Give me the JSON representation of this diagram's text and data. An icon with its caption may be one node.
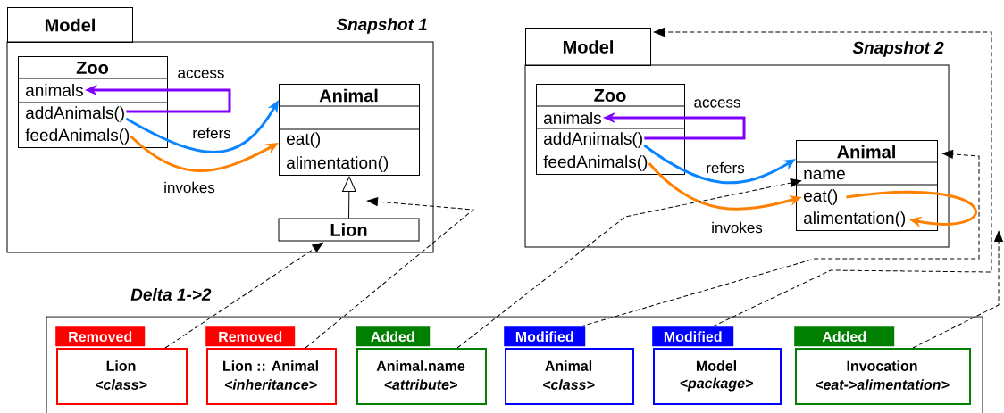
{
  "diagram": {
    "nodes": [
      {
        "text": [
          "Model",
          "Snapshot 1"
        ]
      },
      {
        "text": [
          "Zoo"
        ],
        "in": 0
      },
      {
        "text": [
          "animals"
        ],
        "in": 1
      },
      {
        "text": [
          "addAnimals()"
        ],
        "in": 1
      },
      {
        "text": [
          "feedAnimals()"
        ],
        "in": 1
      },
      {
        "text": [
          "Animal"
        ],
        "in": 0
      },
      {
        "text": [
          "eat()"
        ],
        "in": 5
      },
      {
        "text": [
          "alimentation()"
        ],
        "in": 5
      },
      {
        "text": [
          "Lion"
        ],
        "in": 0
      },
      {
        "text": [
          "Model",
          "Snapshot 2"
        ]
      },
      {
        "text": [
          "Zoo"
        ],
        "in": 9
      },
      {
        "text": [
          "animals"
        ],
        "in": 10
      },
      {
        "text": [
          "addAnimals()"
        ],
        "in": 10
      },
      {
        "text": [
          "feedAnimals()"
        ],
        "in": 10
      },
      {
        "text": [
          "Animal"
        ],
        "in": 9
      },
      {
        "text": [
          "name"
        ],
        "in": 14
      },
      {
        "text": [
          "eat()"
        ],
        "in": 14
      },
      {
        "text": [
          "alimentation()"
        ],
        "in": 14
      },
      {
        "text": [
          "Delta 1->2"
        ]
      },
      {
        "text": [
          "Removed",
          "Lion",
          "<class>"
        ],
        "in": 18
      },
      {
        "text": [
          "Removed",
          "Lion :: Animal",
          "<inheritance>"
        ],
        "in": 18
      },
      {
        "text": [
          "Added",
          "Animal.name",
          "<attribute>"
        ],
        "in": 18
      },
      {
        "text": [
          "Modified",
          "Animal",
          "<class>"
        ],
        "in": 18
      },
      {
        "text": [
          "Modified",
          "Model",
          "<package>"
        ],
        "in": 18
      },
      {
        "text": [
          "Added",
          "Invocation",
          "<eat->alimentation>"
        ],
        "in": 18
      }
    ],
    "edges": [
      {
        "from": 3,
        "to": 2,
        "arrow": "to",
        "label": "access",
        "style": "thick",
        "color": "#8000ff"
      },
      {
        "from": 3,
        "to": 5,
        "arrow": "to",
        "label": "refers",
        "style": "thick",
        "color": "#0a84ff"
      },
      {
        "from": 4,
        "to": 5,
        "arrow": "to",
        "label": "invokes",
        "style": "thick",
        "color": "#ff8000"
      },
      {
        "from": 8,
        "to": 5,
        "arrow": "to"
      },
      {
        "from": 12,
        "to": 11,
        "arrow": "to",
        "label": "access",
        "style": "thick",
        "color": "#8000ff"
      },
      {
        "from": 12,
        "to": 14,
        "arrow": "to",
        "label": "refers",
        "style": "thick",
        "color": "#0a84ff"
      },
      {
        "from": 13,
        "to": 16,
        "arrow": "to",
        "label": "invokes",
        "style": "thick",
        "color": "#ff8000"
      },
      {
        "from": 16,
        "to": 17,
        "arrow": "to",
        "style": "thick",
        "color": "#ff8000"
      },
      {
        "from": 19,
        "to": 8,
        "arrow": "to",
        "style": "dashed"
      },
      {
        "from": 20,
        "to": null,
        "arrow": "to",
        "style": "dashed"
      },
      {
        "from": 21,
        "to": 15,
        "arrow": "to",
        "style": "dashed"
      },
      {
        "from": 22,
        "to": 14,
        "arrow": "to",
        "style": "dashed"
      },
      {
        "from": 23,
        "to": 9,
        "arrow": "to",
        "style": "dashed"
      },
      {
        "from": 24,
        "to": null,
        "arrow": "to",
        "style": "dashed"
      }
    ]
  }
}
